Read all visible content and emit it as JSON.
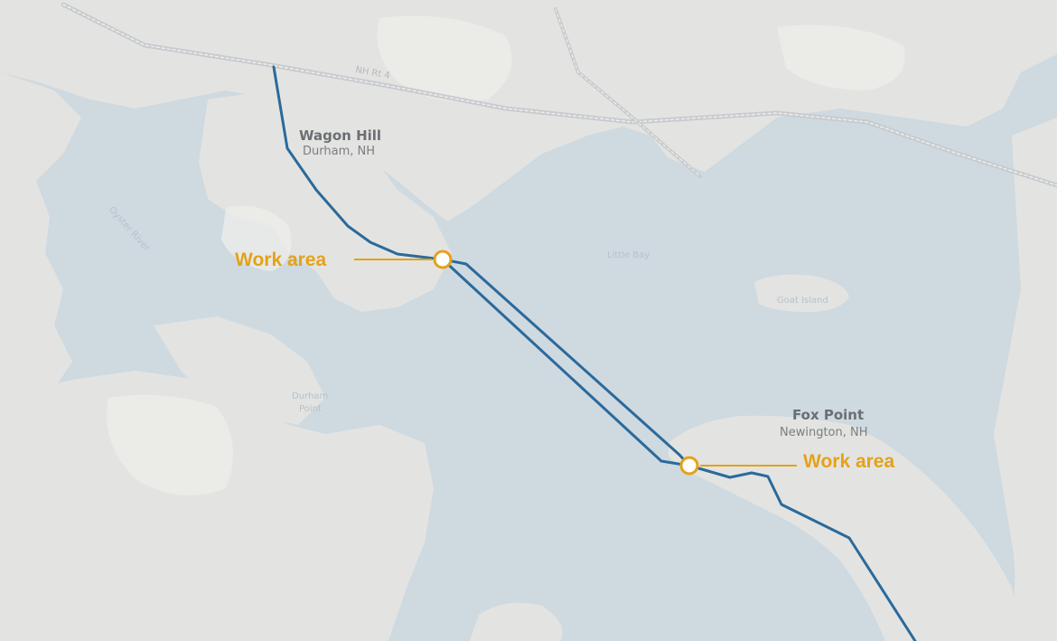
{
  "map": {
    "places": [
      {
        "id": "wagon-hill",
        "name": "Wagon Hill",
        "subtitle": "Durham, NH"
      },
      {
        "id": "fox-point",
        "name": "Fox Point",
        "subtitle": "Newington, NH"
      }
    ],
    "faint_labels": {
      "oyster_river": "Oyster River",
      "little_bay": "Little Bay",
      "goat_island": "Goat Island",
      "durham": "Durham",
      "point": "Point",
      "road": "NH Rt 4"
    },
    "work_areas": [
      {
        "id": "work-area-west",
        "label": "Work area"
      },
      {
        "id": "work-area-east",
        "label": "Work area"
      }
    ],
    "colors": {
      "water": "#cfd9e0",
      "land": "#e3e4e1",
      "land_light": "#ececea",
      "cable": "#2a6a9c",
      "accent": "#e3a21a",
      "road": "#c8cbcd"
    }
  }
}
